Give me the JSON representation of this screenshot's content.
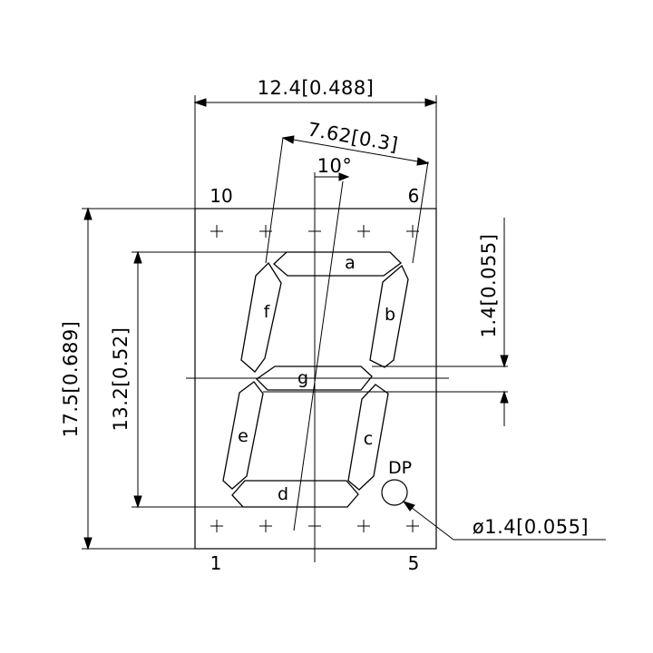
{
  "dimensions": {
    "overall_width": "12.4[0.488]",
    "pin_span": "7.62[0.3]",
    "slant_angle": "10°",
    "overall_height": "17.5[0.689]",
    "digit_height": "13.2[0.52]",
    "segment_offset": "1.4[0.055]",
    "dp_diameter": "ø1.4[0.055]"
  },
  "pins": {
    "top_left": "10",
    "top_right": "6",
    "bottom_left": "1",
    "bottom_right": "5"
  },
  "segments": {
    "a": "a",
    "b": "b",
    "c": "c",
    "d": "d",
    "e": "e",
    "f": "f",
    "g": "g"
  },
  "dp_label": "DP"
}
